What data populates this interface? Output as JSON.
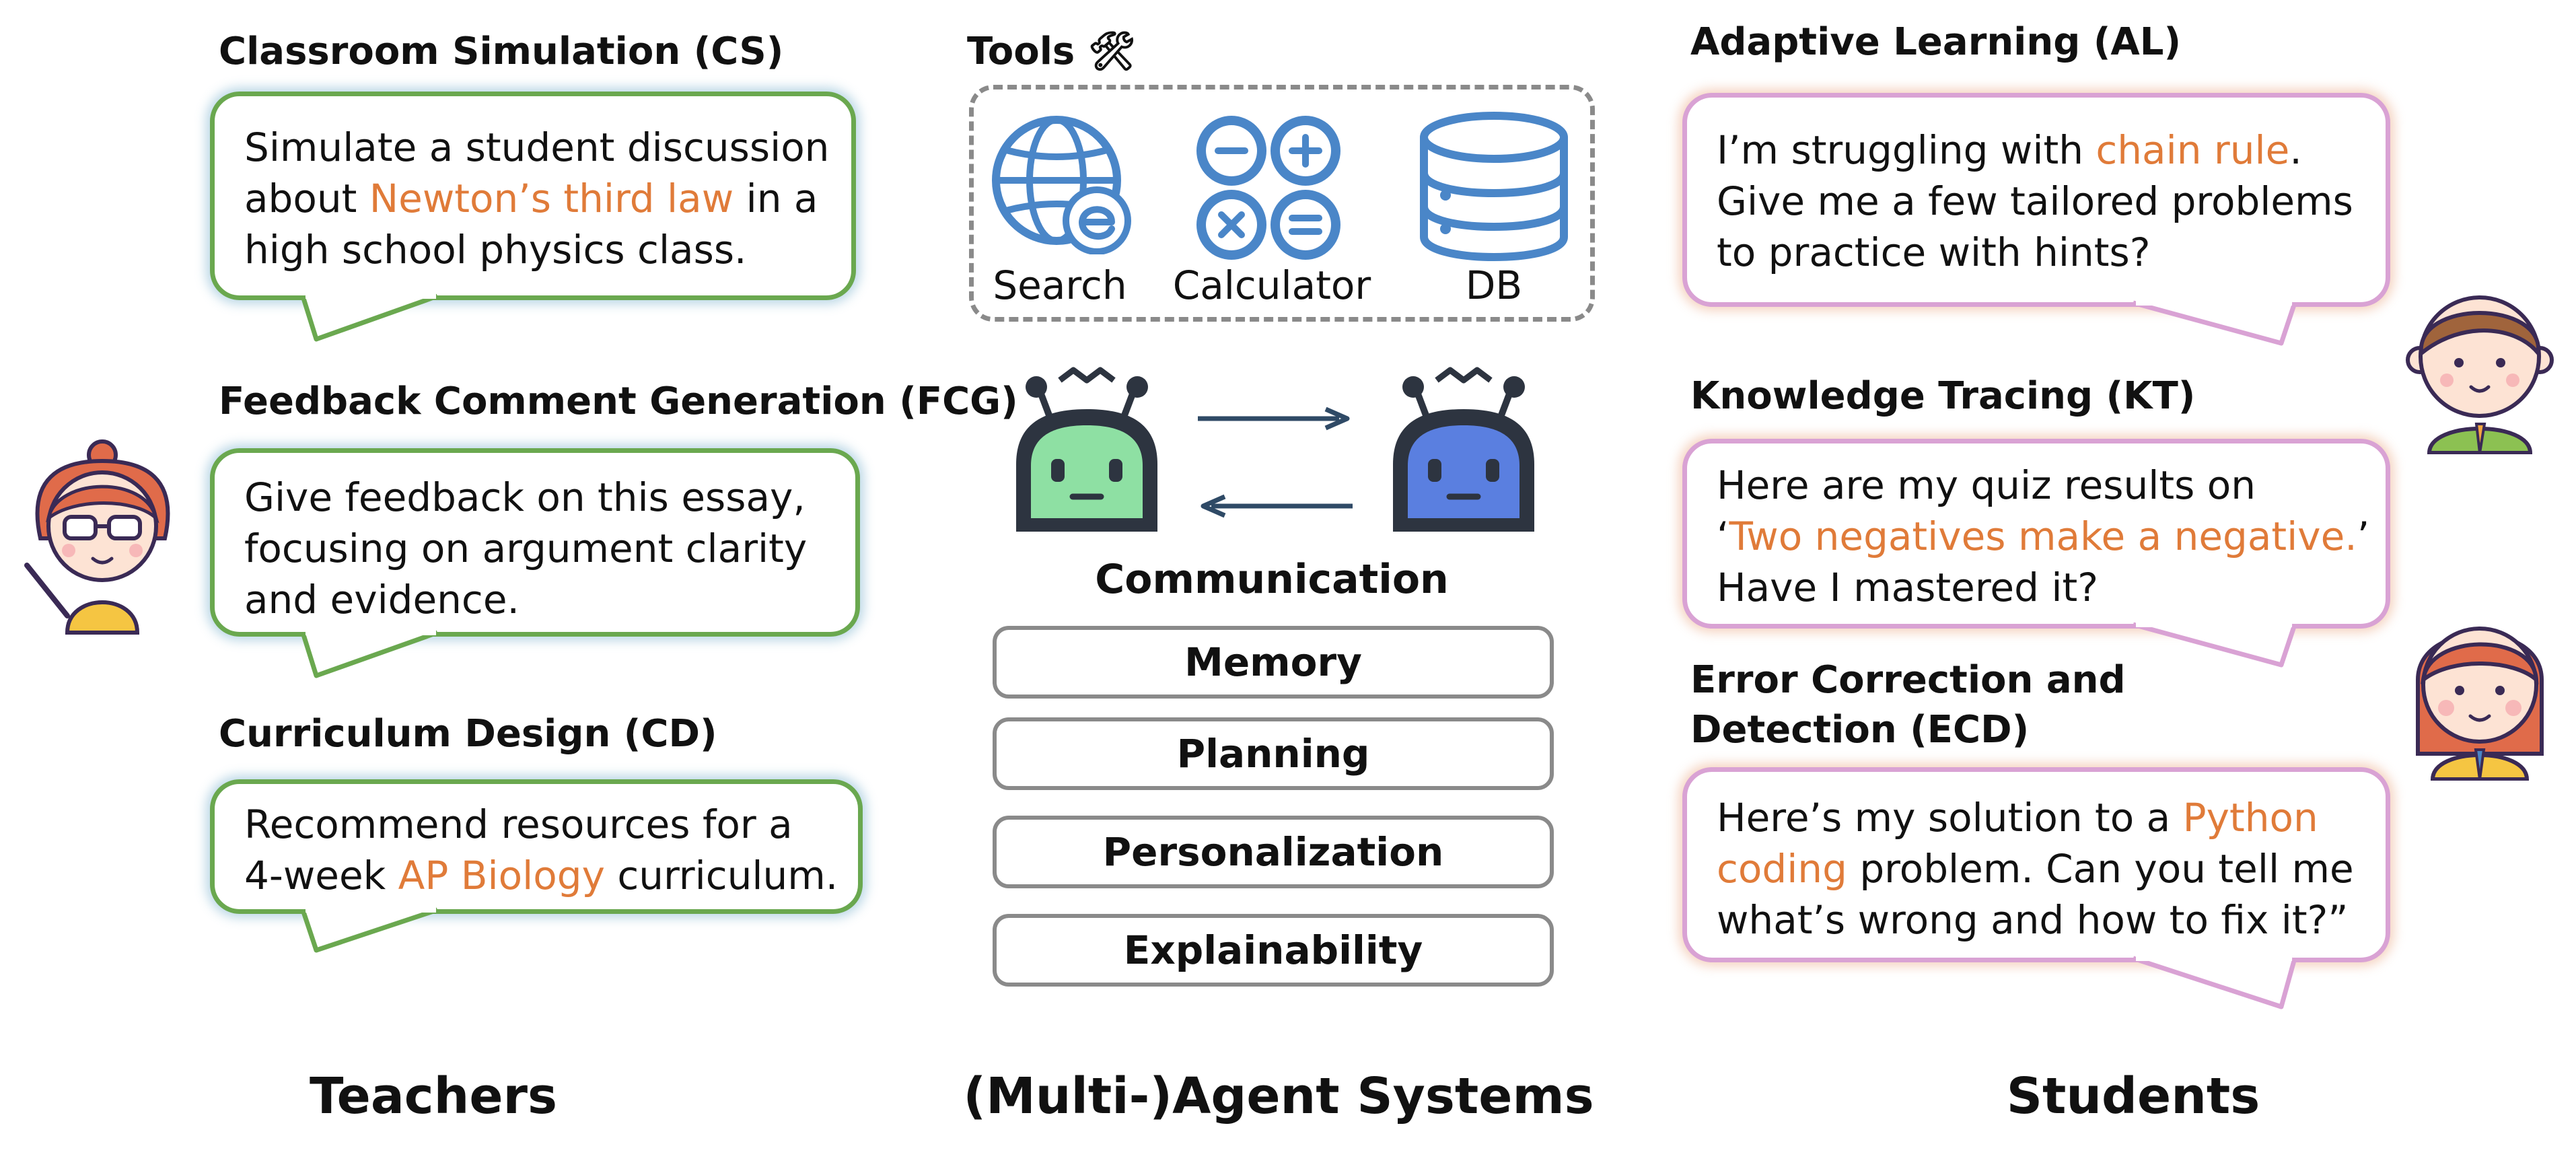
{
  "teachers": {
    "section_label": "Teachers",
    "cards": [
      {
        "title": "Classroom Simulation (CS)",
        "lines": [
          [
            "Simulate a student discussion"
          ],
          [
            "about ",
            {
              "hl": "Newton’s third law"
            },
            " in a"
          ],
          [
            "high school physics class."
          ]
        ]
      },
      {
        "title": "Feedback Comment Generation (FCG)",
        "lines": [
          [
            "Give feedback on this essay,"
          ],
          [
            "focusing on argument clarity"
          ],
          [
            "and evidence."
          ]
        ]
      },
      {
        "title": "Curriculum Design (CD)",
        "lines": [
          [
            "Recommend resources for a"
          ],
          [
            "4-week ",
            {
              "hl": "AP Biology"
            },
            " curriculum."
          ]
        ]
      }
    ]
  },
  "agents": {
    "section_label": "(Multi-)Agent Systems",
    "tools_title": "Tools",
    "tools_emoji": "🛠",
    "tools": [
      {
        "label": "Search",
        "icon": "globe-browser-icon"
      },
      {
        "label": "Calculator",
        "icon": "calculator-icon"
      },
      {
        "label": "DB",
        "icon": "database-icon"
      }
    ],
    "communication_label": "Communication",
    "capabilities": [
      "Memory",
      "Planning",
      "Personalization",
      "Explainability"
    ],
    "colors": {
      "robot_green": "#8ee0a3",
      "robot_blue": "#5a7fe0",
      "icon_blue": "#4a86c8",
      "arrow": "#2f4a66"
    }
  },
  "students": {
    "section_label": "Students",
    "cards": [
      {
        "title_lines": [
          "Adaptive Learning (AL)"
        ],
        "lines": [
          [
            "I’m struggling with ",
            {
              "hl": "chain rule"
            },
            "."
          ],
          [
            "Give me a few tailored problems"
          ],
          [
            "to practice with hints?"
          ]
        ]
      },
      {
        "title_lines": [
          "Knowledge Tracing (KT)"
        ],
        "lines": [
          [
            "Here are my quiz results on"
          ],
          [
            "‘",
            {
              "hl": "Two negatives make a negative."
            },
            "’"
          ],
          [
            "Have I mastered it?"
          ]
        ]
      },
      {
        "title_lines": [
          "Error Correction and",
          "Detection (ECD)"
        ],
        "lines": [
          [
            "Here’s my solution to a ",
            {
              "hl": "Python"
            }
          ],
          [
            {
              "hl": "coding"
            },
            " problem. Can you tell me"
          ],
          [
            "what’s wrong and how to fix it?”"
          ]
        ]
      }
    ]
  },
  "colors": {
    "highlight": "#e07b39",
    "teacher_border": "#6aa84f",
    "student_border": "#d9a2d4"
  }
}
